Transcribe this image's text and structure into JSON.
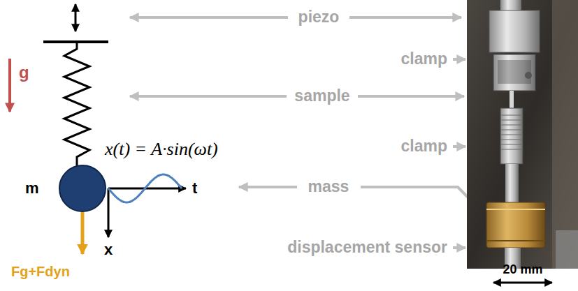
{
  "diagram": {
    "labels": [
      "piezo",
      "g",
      "clamp",
      "sample",
      "x(t) = A·sin(ωt)",
      "clamp",
      "mass",
      "m",
      "t",
      "x",
      "displacement sensor",
      "Fg+Fdyn",
      "20 mm"
    ]
  }
}
